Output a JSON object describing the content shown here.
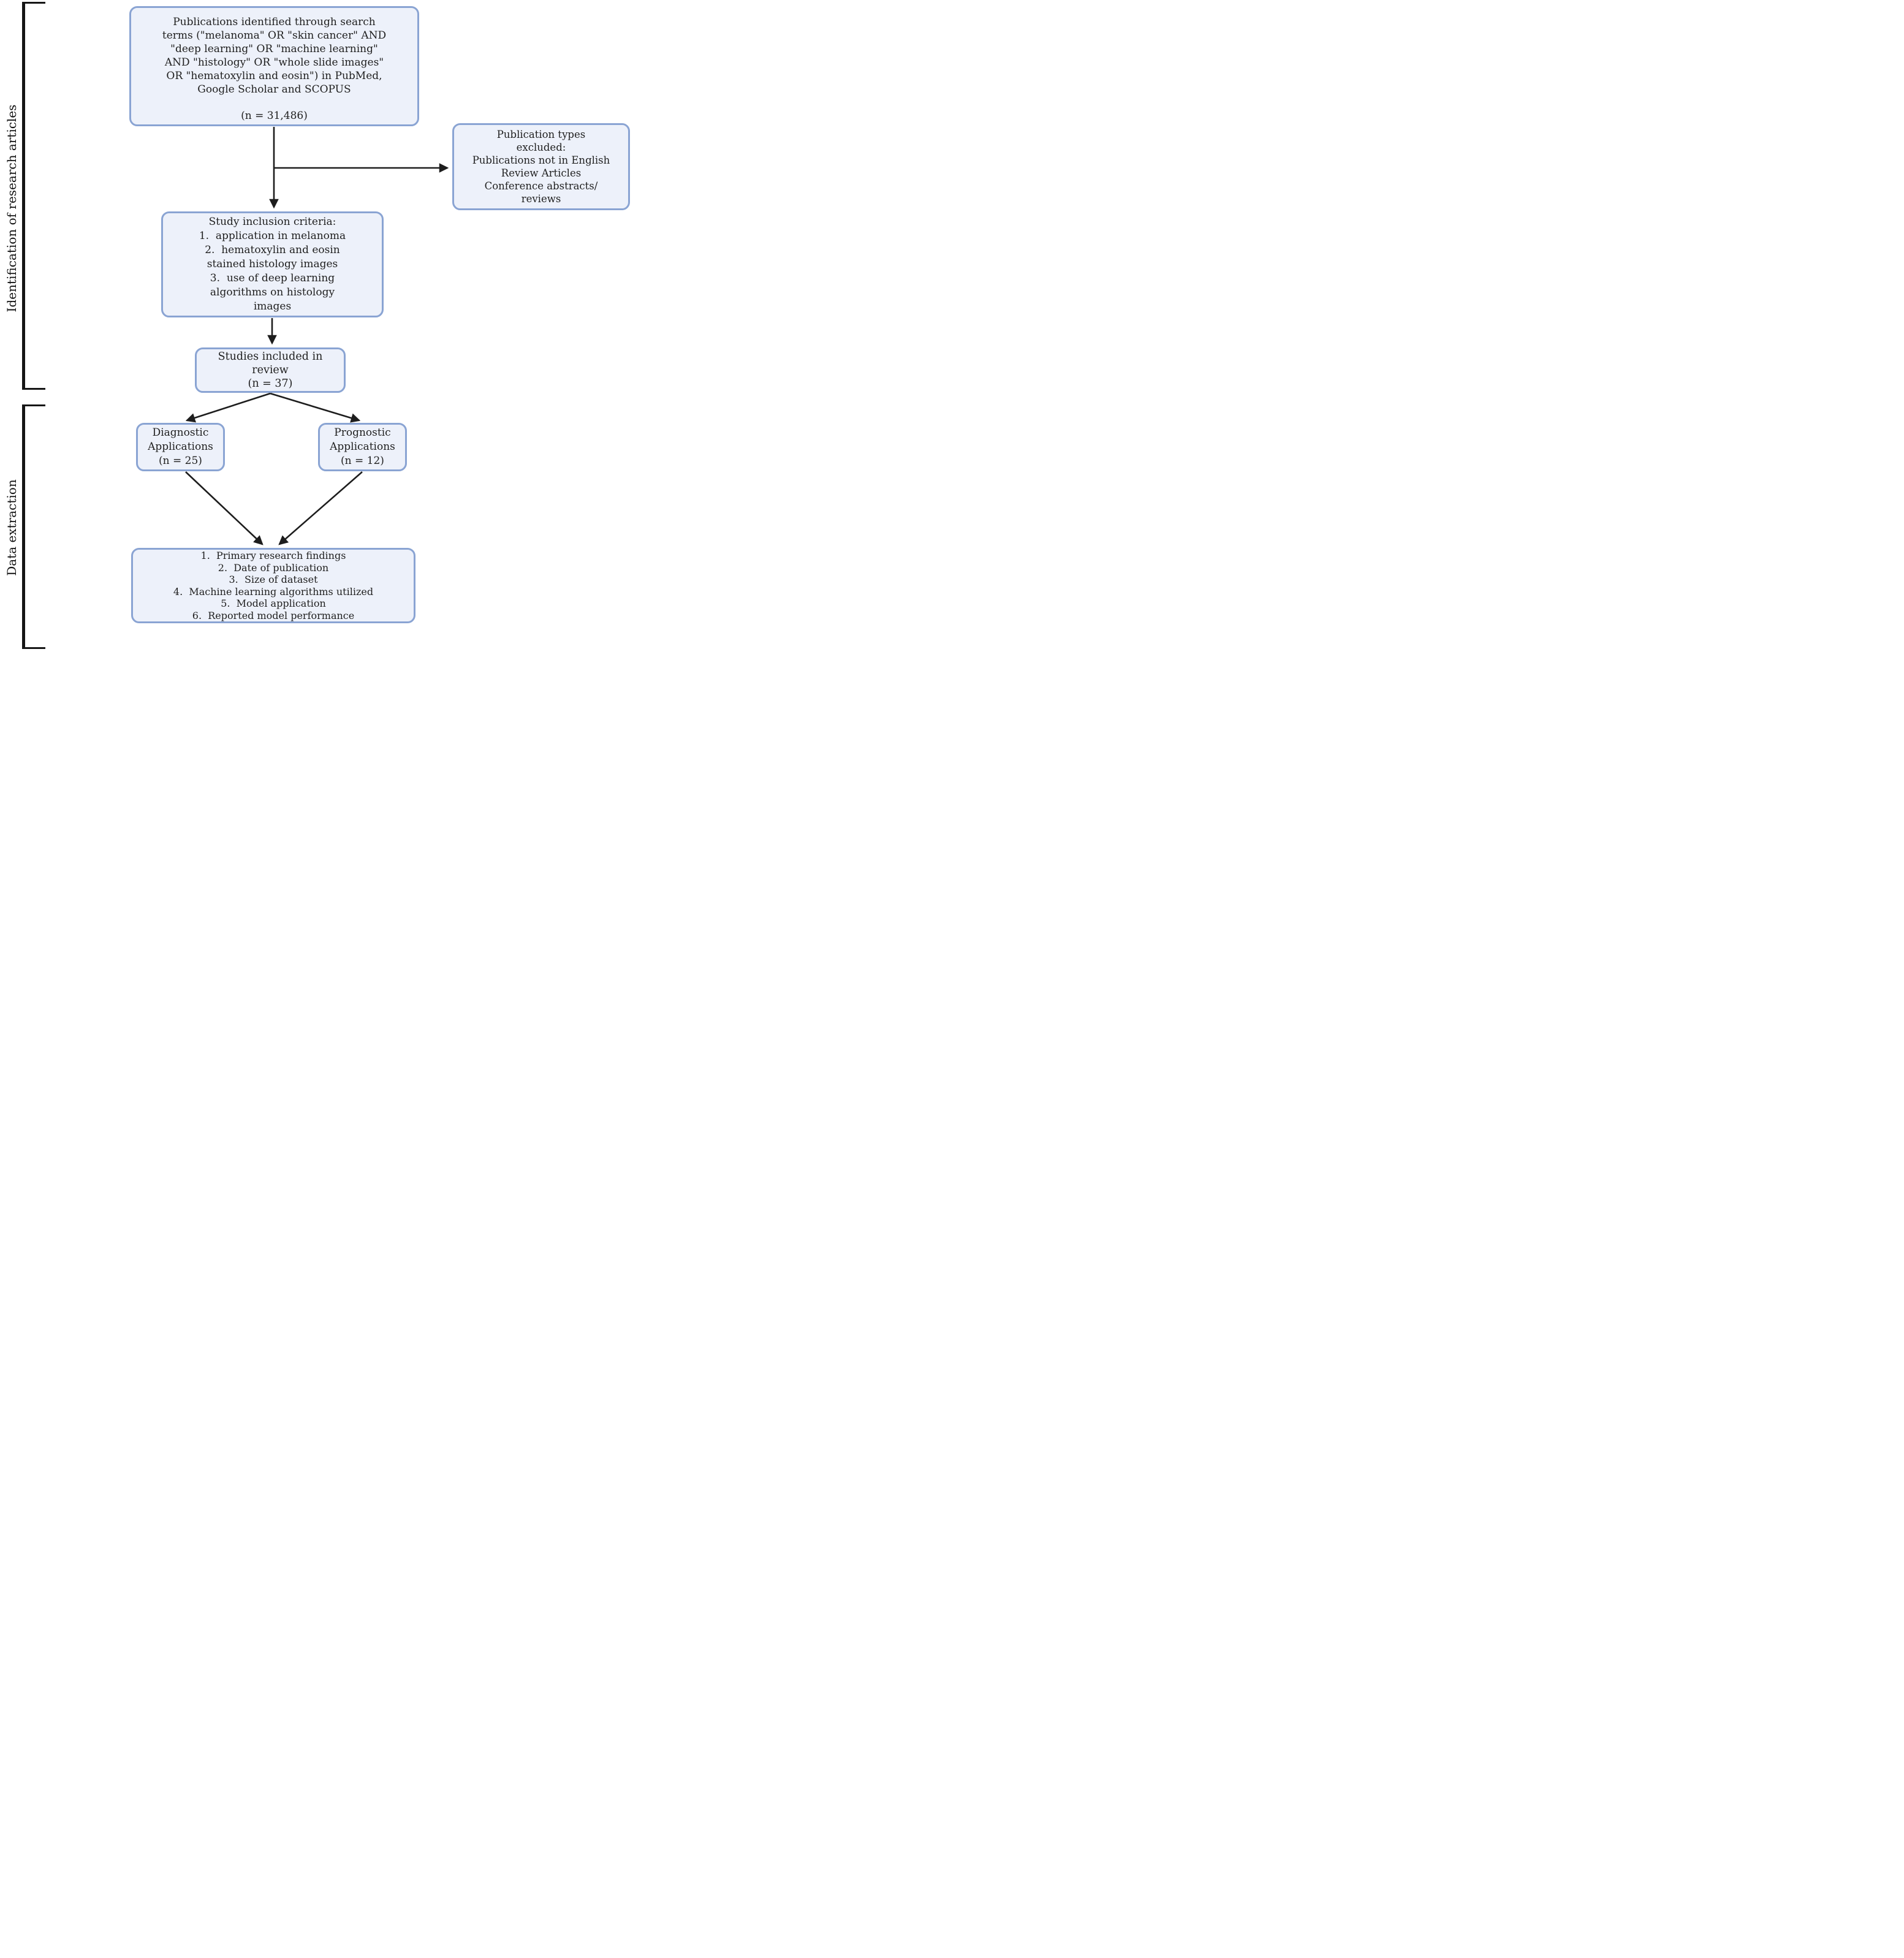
{
  "figure": {
    "type": "prisma-flowchart",
    "colors": {
      "box_fill": "#edf1fa",
      "box_border": "#8aa4d3",
      "arrow": "#1d1d1d",
      "bracket": "#161616",
      "text": "#1f1f1f",
      "background": "#ffffff"
    }
  },
  "sections": {
    "identification": {
      "label": "Identification of research articles"
    },
    "extraction": {
      "label": "Data extraction"
    }
  },
  "boxes": {
    "search": {
      "text": "Publications identified through search\nterms (\"melanoma\" OR \"skin cancer\" AND\n\"deep learning\" OR \"machine learning\"\nAND \"histology\" OR \"whole slide images\"\nOR \"hematoxylin and eosin\") in PubMed,\nGoogle Scholar and SCOPUS",
      "count": "(n = 31,486)"
    },
    "excluded": {
      "text": "Publication types\nexcluded:\nPublications not in English\nReview Articles\nConference abstracts/\nreviews"
    },
    "inclusion": {
      "text": "Study inclusion criteria:\n1.  application in melanoma\n2.  hematoxylin and eosin\nstained histology images\n3.  use of deep learning\nalgorithms on histology\nimages"
    },
    "included": {
      "text": "Studies included in\nreview\n(n = 37)"
    },
    "diagnostic": {
      "text": "Diagnostic\nApplications\n(n = 25)"
    },
    "prognostic": {
      "text": "Prognostic\nApplications\n(n = 12)"
    },
    "extraction_items": {
      "text": "1.  Primary research findings\n2.  Date of publication\n3.  Size of dataset\n4.  Machine learning algorithms utilized\n5.  Model application\n6.  Reported model performance"
    }
  }
}
